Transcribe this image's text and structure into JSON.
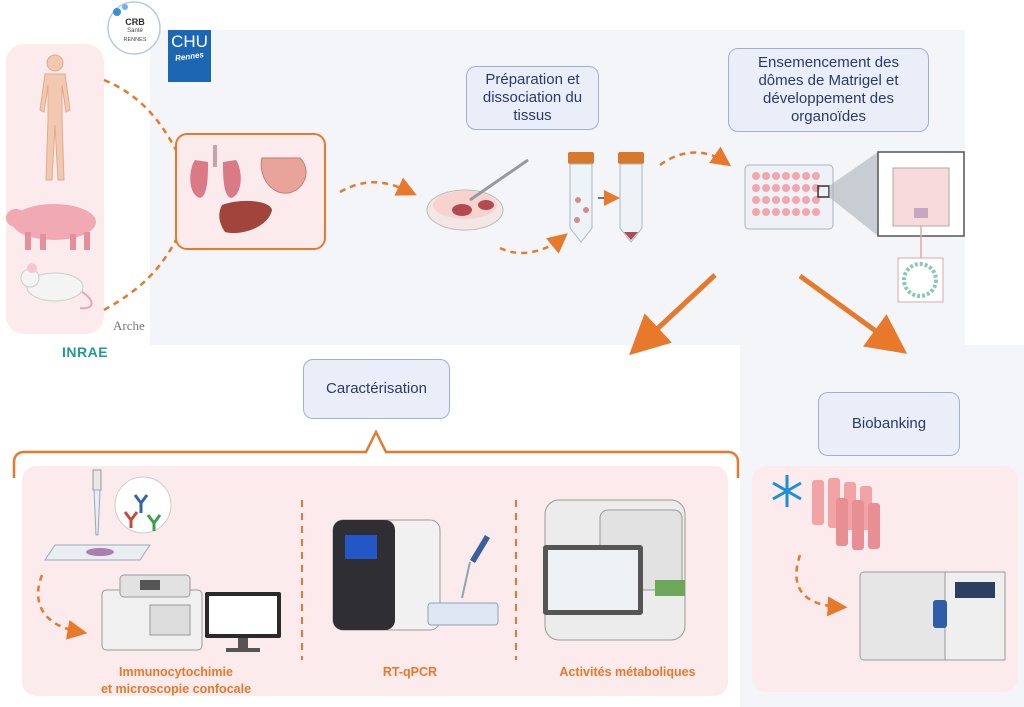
{
  "logos": {
    "crb": {
      "line1": "CRB",
      "line2": "Santé",
      "line3": "RENNES"
    },
    "chu": {
      "line1": "CHU",
      "line2": "Rennes"
    },
    "inrae": "INRAE",
    "arche": "Arche"
  },
  "steps": {
    "preparation": "Préparation et dissociation du tissus",
    "ensemencement": "Ensemencement des dômes de Matrigel et développement des organoïdes",
    "caracterisation": "Caractérisation",
    "biobanking": "Biobanking"
  },
  "methods": {
    "immuno_line1": "Immunocytochimie",
    "immuno_line2": "et microscopie confocale",
    "rtqpcr": "RT-qPCR",
    "metabolic": "Activités métaboliques"
  },
  "colors": {
    "accent": "#e8792b",
    "label_bg": "#e9eef8",
    "label_border": "#9fb1d2",
    "pink_panel": "#fcebec"
  }
}
